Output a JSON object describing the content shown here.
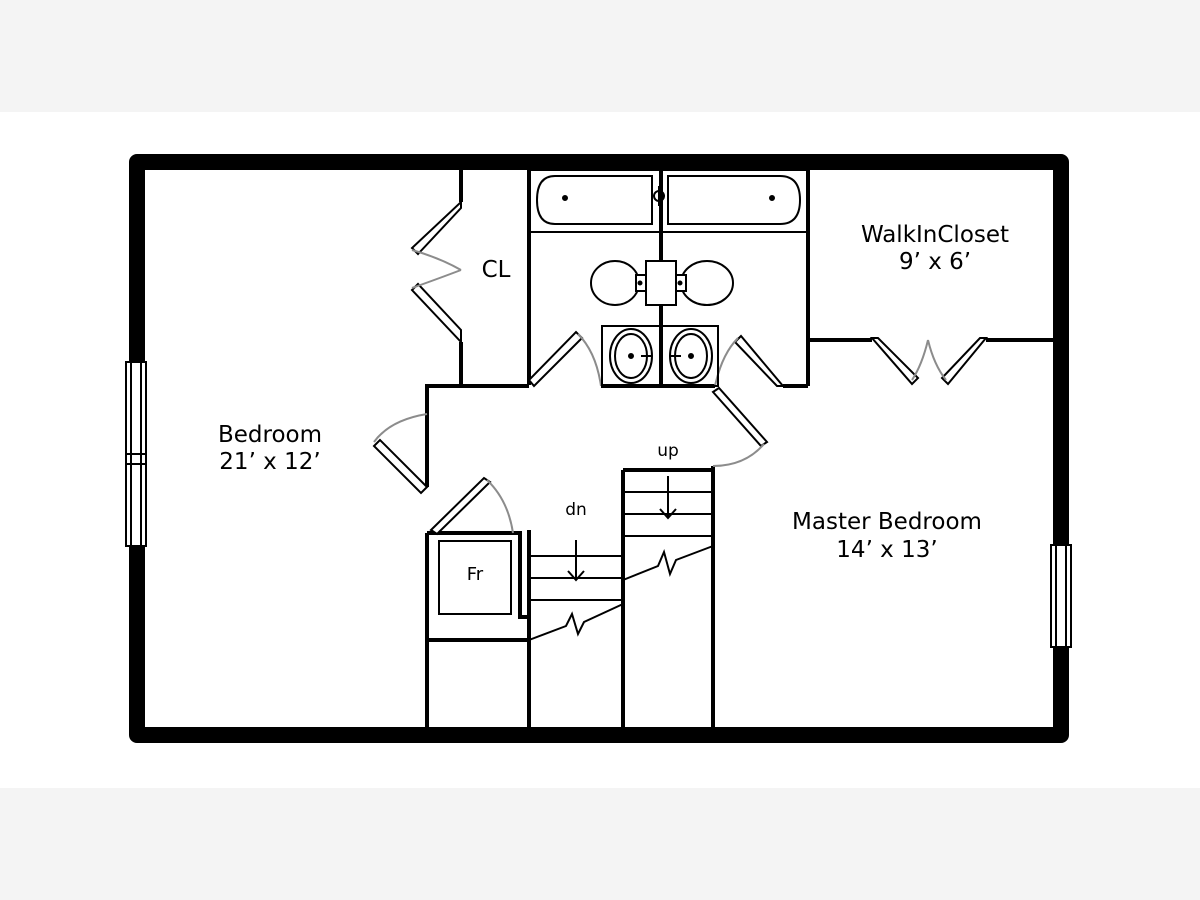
{
  "rooms": {
    "bedroom": {
      "name": "Bedroom",
      "size": "21’ x 12’"
    },
    "master_bedroom": {
      "name": "Master Bedroom",
      "size": "14’ x 13’"
    },
    "walk_in_closet": {
      "name": "WalkInCloset",
      "size": "9’ x 6’"
    },
    "closet": {
      "name": "CL"
    },
    "fridge": {
      "name": "Fr"
    }
  },
  "stairs": {
    "up_label": "up",
    "down_label": "dn"
  },
  "colors": {
    "wall": "#000000",
    "door_swing": "#8c8c8c",
    "background": "#f4f4f4",
    "sheet": "#ffffff"
  }
}
